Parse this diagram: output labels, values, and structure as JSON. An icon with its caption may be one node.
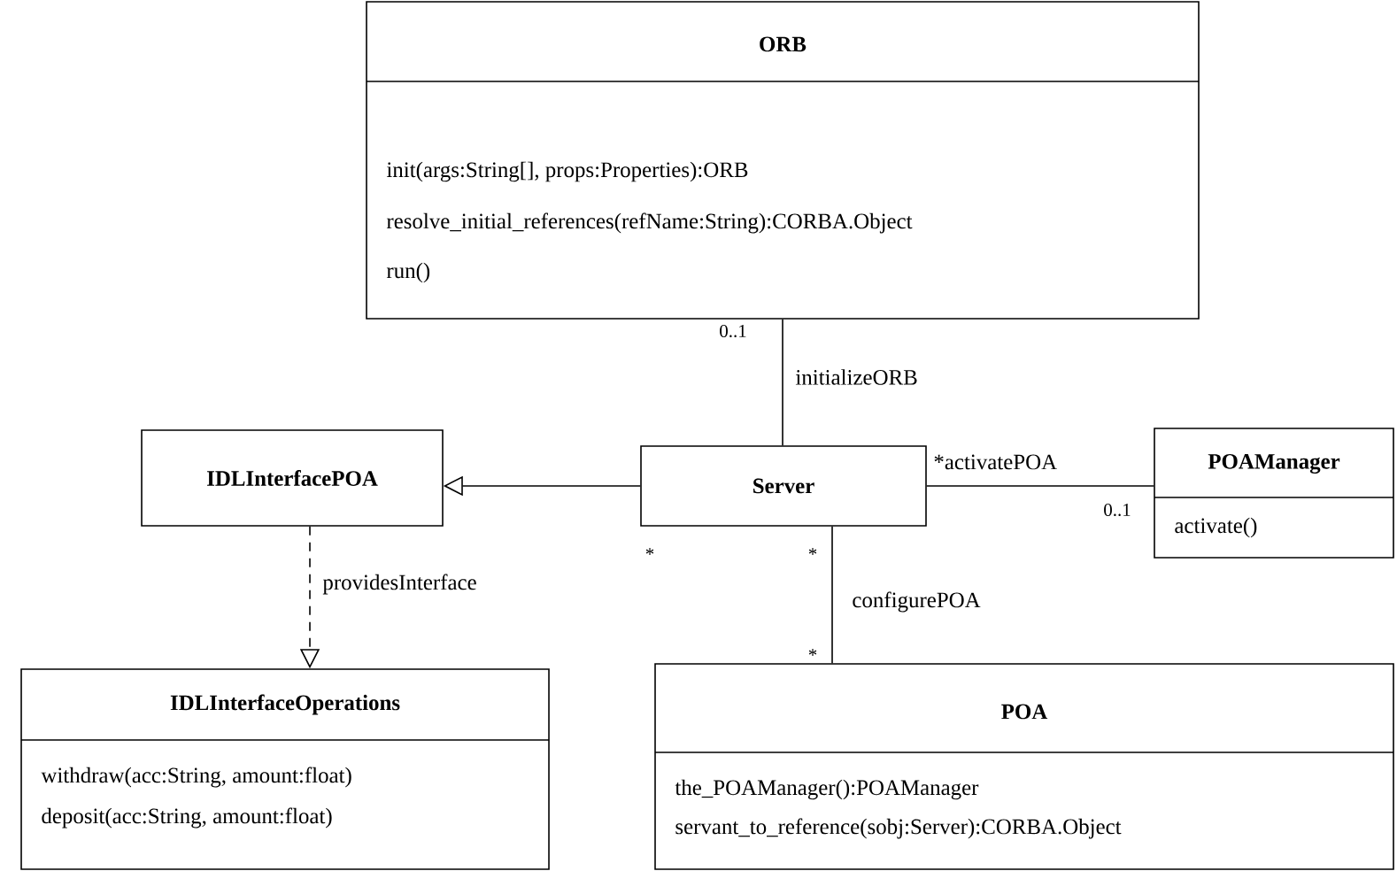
{
  "diagram": {
    "nodes": [
      {
        "text": [
          "ORB",
          "init(args:String[], props:Properties):ORB",
          "resolve_initial_references(refName:String):CORBA.Object",
          "run()"
        ]
      },
      {
        "text": [
          "IDLInterfacePOA"
        ]
      },
      {
        "text": [
          "Server"
        ]
      },
      {
        "text": [
          "POAManager",
          "activate()"
        ]
      },
      {
        "text": [
          "IDLInterfaceOperations",
          "withdraw(acc:String, amount:float)",
          "deposit(acc:String, amount:float)"
        ]
      },
      {
        "text": [
          "POA",
          "the_POAManager():POAManager",
          "servant_to_reference(sobj:Server):CORBA.Object"
        ]
      }
    ],
    "edges": [
      {
        "from": 2,
        "to": 1,
        "arrow": "to"
      },
      {
        "from": 1,
        "to": 4,
        "arrow": "to",
        "style": "dashed",
        "label": "providesInterface"
      },
      {
        "from": 2,
        "to": 0,
        "arrow": "none",
        "label": "initializeORB"
      },
      {
        "from": 2,
        "to": 3,
        "arrow": "none",
        "label": "*activatePOA"
      },
      {
        "from": 2,
        "to": 5,
        "arrow": "none",
        "label": "configurePOA"
      }
    ],
    "labels": [
      "0..1",
      "0..1",
      "*",
      "*",
      "*"
    ]
  }
}
